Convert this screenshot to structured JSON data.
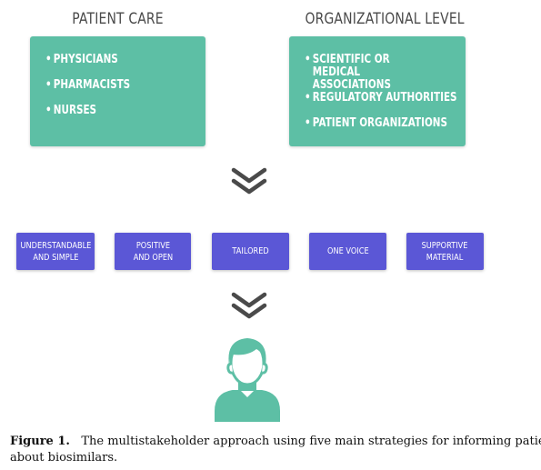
{
  "left_column": {
    "heading": "PATIENT CARE",
    "items": [
      "PHYSICIANS",
      "PHARMACISTS",
      "NURSES"
    ]
  },
  "right_column": {
    "heading": "ORGANIZATIONAL LEVEL",
    "items": [
      "SCIENTIFIC OR MEDICAL\nASSOCIATIONS",
      "REGULATORY AUTHORITIES",
      "PATIENT ORGANIZATIONS"
    ]
  },
  "strategies": [
    "UNDERSTANDABLE\nAND SIMPLE",
    "POSITIVE\nAND OPEN",
    "TAILORED",
    "ONE VOICE",
    "SUPPORTIVE\nMATERIAL"
  ],
  "icons": {
    "chevron": "double-chevron-down-icon",
    "person": "person-icon"
  },
  "colors": {
    "stakeholder_box": "#5dbfa5",
    "strategy_box": "#5b57d6",
    "chevron": "#4a4a4a",
    "person": "#5dbfa5"
  },
  "caption": {
    "label": "Figure 1.",
    "text": "The multistakeholder approach using five main strategies for informing patie",
    "line2": "about biosimilars."
  }
}
